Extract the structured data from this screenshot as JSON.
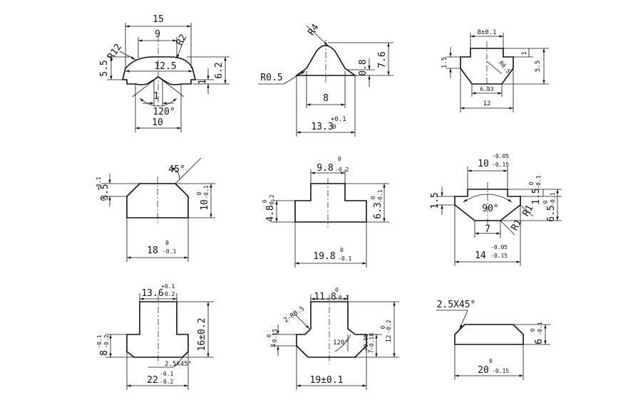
{
  "drawing": {
    "profiles": [
      {
        "id": "p1",
        "labels": [
          "15",
          "9",
          "R12",
          "R2",
          "5.5",
          "12.5",
          "6.2",
          "1",
          "1",
          "120°",
          "10"
        ]
      },
      {
        "id": "p2",
        "labels": [
          "R4",
          "R0.5",
          "0.8",
          "7.6",
          "8",
          "13.3",
          "+0.1",
          "0"
        ]
      },
      {
        "id": "p3",
        "labels": [
          "8±0.1",
          "1.5",
          "1",
          "R0.5",
          "5.5",
          "6.93",
          "12"
        ]
      },
      {
        "id": "p4",
        "labels": [
          "45°",
          "3.5",
          "+0.1",
          "0",
          "10",
          "0",
          "-0.1",
          "18",
          "0",
          "-0.1"
        ]
      },
      {
        "id": "p5",
        "labels": [
          "9.8",
          "0",
          "-0.2",
          "4.8",
          "0",
          "-0.2",
          "6.3",
          "0",
          "-0.1",
          "19.8",
          "0",
          "-0.1"
        ]
      },
      {
        "id": "p6",
        "labels": [
          "10",
          "-0.05",
          "-0.15",
          "1.5",
          "1.5",
          "0",
          "-0.1",
          "6.5",
          "0",
          "-0.1",
          "90°",
          "R1",
          "R1",
          "7",
          "14",
          "-0.05",
          "-0.15"
        ]
      },
      {
        "id": "p7",
        "labels": [
          "13.6",
          "+0.1",
          "-0.2",
          "8",
          "-0.1",
          "-0.2",
          "16±0.2",
          "2.5X45°",
          "22",
          "-0.1",
          "-0.2"
        ]
      },
      {
        "id": "p8",
        "labels": [
          "11.8",
          "0",
          "-0.1",
          "2-R0.5",
          "3",
          "0",
          "-0.15",
          "120°",
          "7",
          "+0.05",
          "-0.10",
          "12",
          "0",
          "-0.2",
          "19±0.1"
        ]
      },
      {
        "id": "p9",
        "labels": [
          "2.5X45°",
          "6",
          "0",
          "-0.1",
          "20",
          "0",
          "-0.15"
        ]
      }
    ]
  }
}
